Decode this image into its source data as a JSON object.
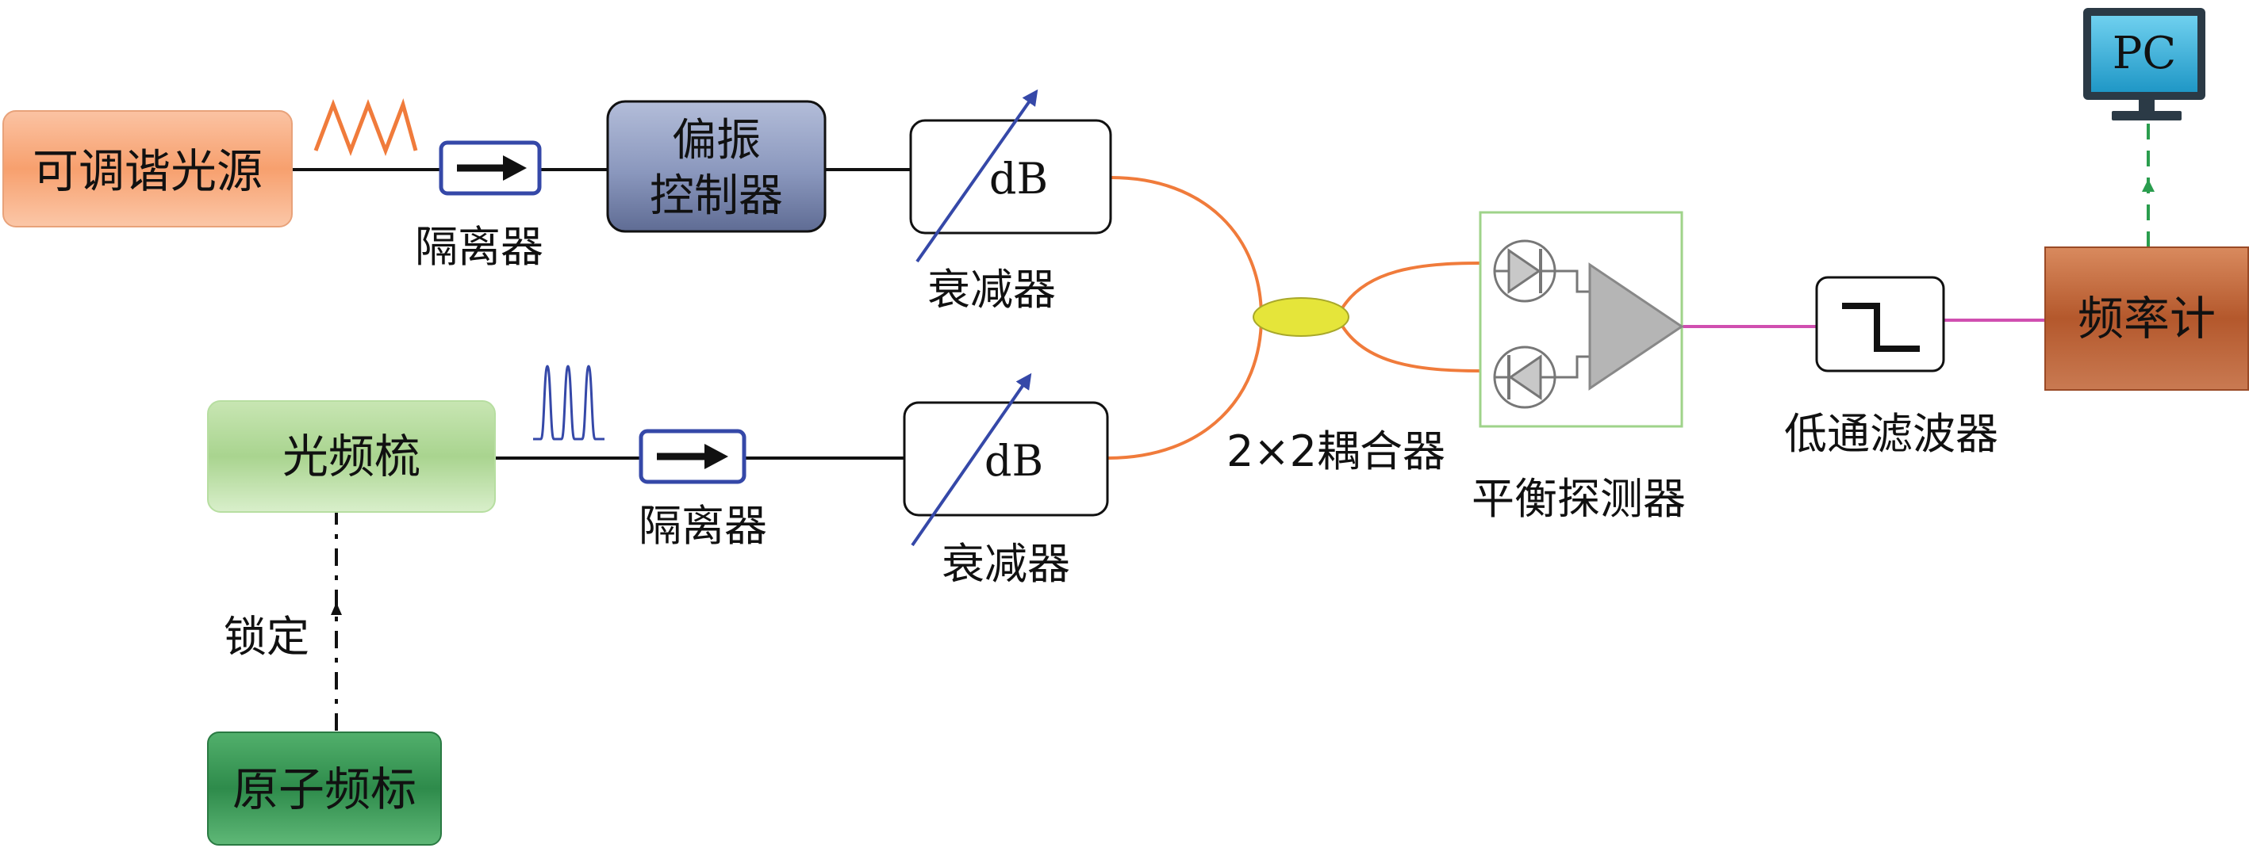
{
  "nodes": {
    "tunable_laser": "可调谐光源",
    "isolator_top": "隔离器",
    "polarization_controller_line1": "偏振",
    "polarization_controller_line2": "控制器",
    "attenuator_top_unit": "dB",
    "attenuator_top": "衰减器",
    "frequency_comb": "光频梳",
    "isolator_bottom": "隔离器",
    "attenuator_bottom_unit": "dB",
    "attenuator_bottom": "衰减器",
    "coupler": "2×2耦合器",
    "balanced_detector": "平衡探测器",
    "low_pass_filter": "低通滤波器",
    "frequency_counter": "频率计",
    "pc": "PC",
    "lock_label": "锁定",
    "atomic_reference": "原子频标"
  },
  "colors": {
    "laser_fill": "#f7a06e",
    "pol_ctrl_fill": "#8a97bd",
    "comb_fill": "#a9d48f",
    "atomic_fill": "#2e8b4b",
    "counter_fill": "#b4582c",
    "coupler_fill": "#e5e53a",
    "fiber_orange": "#f07b3b",
    "signal_magenta": "#d04fb0",
    "arrow_blue": "#3548a8",
    "detector_border": "#9fd38a",
    "pc_screen": "#29a9d6"
  }
}
